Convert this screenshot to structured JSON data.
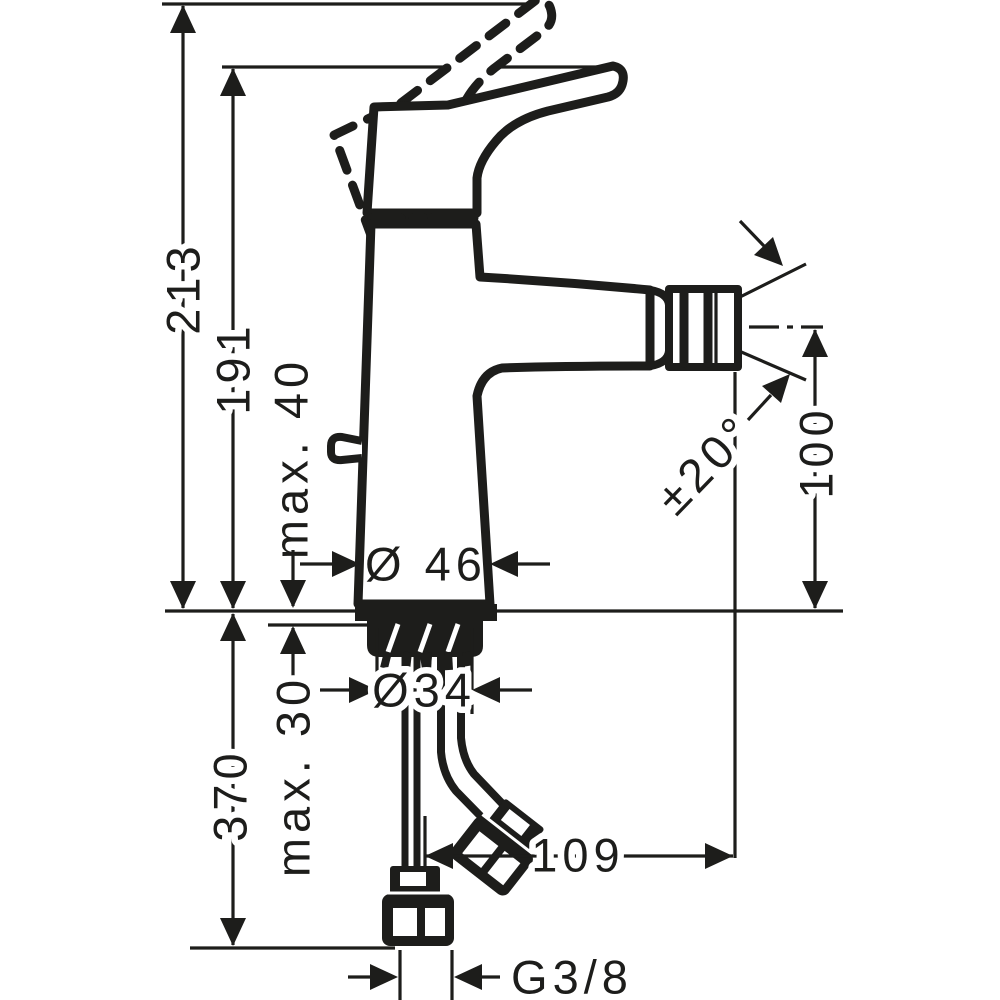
{
  "colors": {
    "ink": "#1d1d1b",
    "background": "#ffffff"
  },
  "dimensions": {
    "total_height": "213",
    "spout_tip_height": "191",
    "handle_travel": "max. 40",
    "body_diameter": "Ø 46",
    "spray_angle": "±20°",
    "outlet_height": "100",
    "shank_diameter": "Ø34",
    "max_deck_thickness": "max. 30",
    "hose_length": "370",
    "spout_reach": "109",
    "connection_thread": "G3/8"
  }
}
